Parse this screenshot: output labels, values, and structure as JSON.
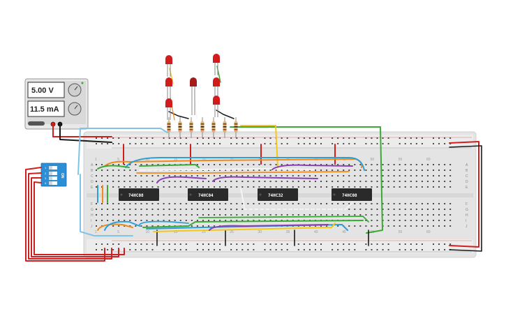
{
  "power_supply": {
    "voltage": "5.00 V",
    "current": "11.5 mA"
  },
  "dip_switch": {
    "on_label": "ON",
    "numbers": [
      "1",
      "2",
      "3",
      "4"
    ]
  },
  "chips": [
    {
      "label": "74HC08"
    },
    {
      "label": "74HC04"
    },
    {
      "label": "74HC32"
    },
    {
      "label": "74HC08"
    }
  ],
  "breadboard": {
    "column_labels": [
      "1",
      "5",
      "10",
      "15",
      "20",
      "25",
      "30",
      "35",
      "40",
      "45",
      "50",
      "55",
      "60"
    ],
    "row_labels_top": [
      "A",
      "B",
      "C",
      "D",
      "E"
    ],
    "row_labels_bottom": [
      "F",
      "G",
      "H",
      "I",
      "J"
    ]
  },
  "colors": {
    "wire_red": "#d11f1f",
    "wire_black": "#1a1a1a",
    "wire_blue": "#2b9fd6",
    "wire_green": "#3aaa35",
    "wire_orange": "#f08a1c",
    "wire_yellow": "#f2c81a",
    "wire_purple": "#8a3fb5",
    "wire_white": "#f5f5f5",
    "led_red": "#d21c1c",
    "chip_body": "#2a2a2a",
    "breadboard": "#e6e6e6",
    "dip_body": "#2c8fd6"
  }
}
